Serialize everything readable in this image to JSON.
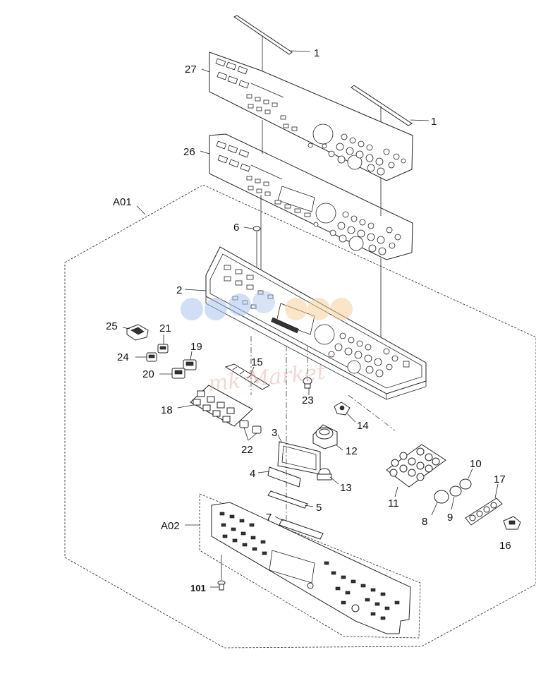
{
  "callouts": {
    "c1a": "1",
    "c1b": "1",
    "c27": "27",
    "c26": "26",
    "cA01": "A01",
    "c6": "6",
    "c2": "2",
    "c25": "25",
    "c21": "21",
    "c19": "19",
    "c24": "24",
    "c20": "20",
    "c15": "15",
    "c18": "18",
    "c23": "23",
    "c14": "14",
    "c3": "3",
    "c22": "22",
    "c12": "12",
    "c4": "4",
    "c13": "13",
    "c5": "5",
    "c11": "11",
    "c10": "10",
    "c17": "17",
    "c9": "9",
    "c8": "8",
    "c16": "16",
    "cA02": "A02",
    "c7": "7",
    "c101": "101"
  },
  "watermark": {
    "text": "mk Market"
  },
  "colors": {
    "line": "#222222",
    "watermark": "#e9a5a5",
    "dots_blue": "#a9c4ec",
    "dots_orange": "#f6cf9c"
  }
}
